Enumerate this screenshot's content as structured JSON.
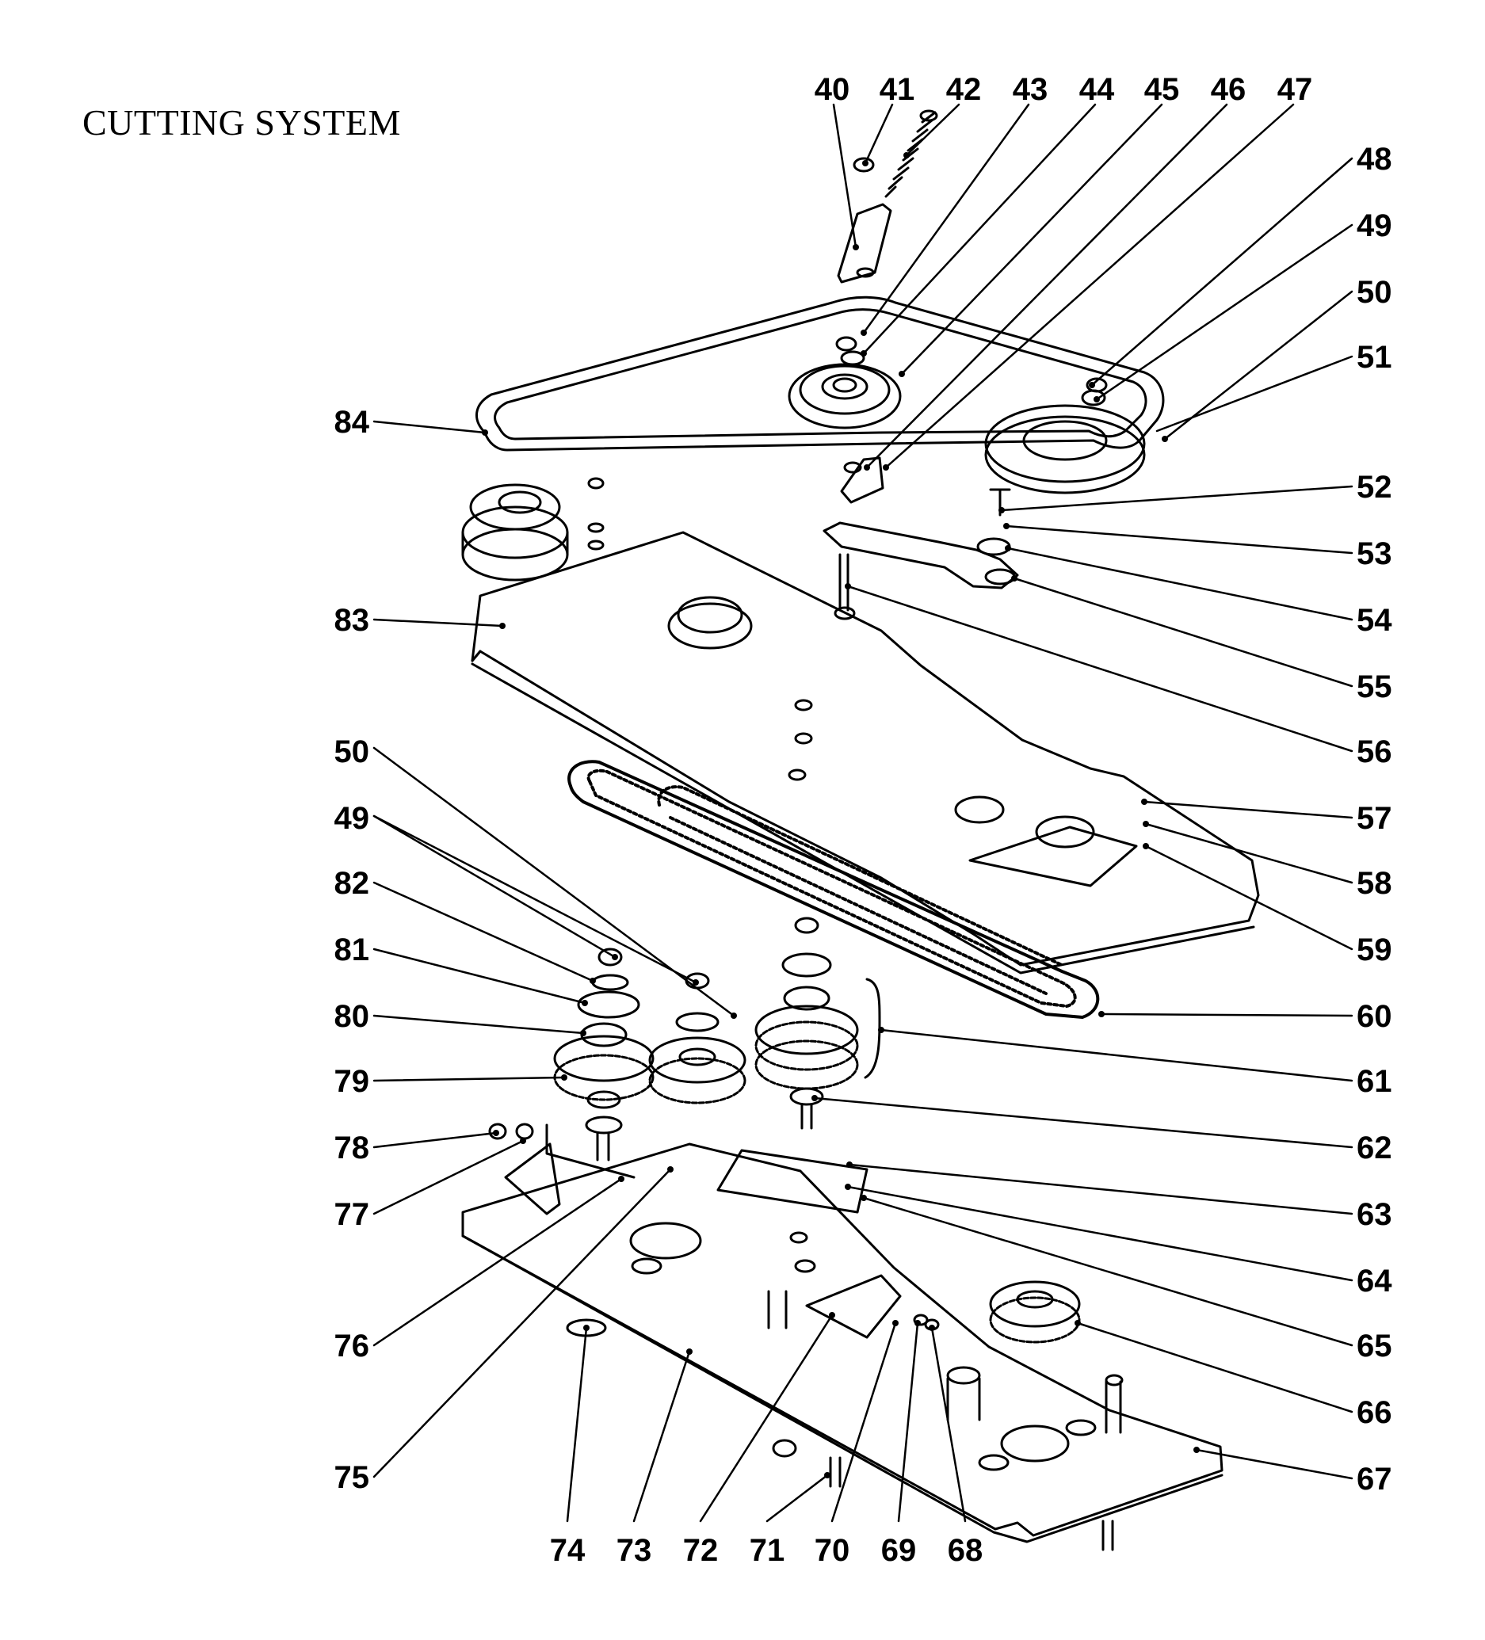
{
  "title": "CUTTING SYSTEM",
  "parts": [
    "40",
    "41",
    "42",
    "43",
    "44",
    "45",
    "46",
    "47",
    "48",
    "49",
    "50",
    "51",
    "52",
    "53",
    "54",
    "55",
    "56",
    "57",
    "58",
    "59",
    "60",
    "61",
    "62",
    "63",
    "64",
    "65",
    "66",
    "67",
    "68",
    "69",
    "70",
    "71",
    "72",
    "73",
    "74",
    "75",
    "76",
    "77",
    "78",
    "79",
    "80",
    "81",
    "82",
    "83",
    "84"
  ],
  "labels": {
    "top": [
      "40",
      "41",
      "42",
      "43",
      "44",
      "45",
      "46",
      "47"
    ],
    "right": [
      "48",
      "49",
      "50",
      "51",
      "52",
      "53",
      "54",
      "55",
      "56",
      "57",
      "58",
      "59",
      "60",
      "61",
      "62",
      "63",
      "64",
      "65",
      "66",
      "67"
    ],
    "bottom": [
      "74",
      "73",
      "72",
      "71",
      "70",
      "69",
      "68"
    ],
    "left": [
      "84",
      "83",
      "50",
      "49",
      "82",
      "81",
      "80",
      "79",
      "78",
      "77",
      "76",
      "75"
    ]
  }
}
